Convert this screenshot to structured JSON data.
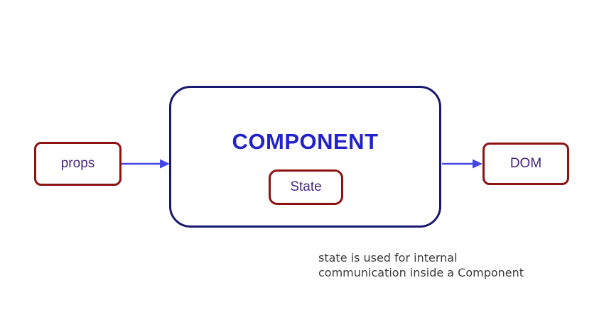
{
  "diagram": {
    "nodes": {
      "props": {
        "label": "props"
      },
      "component": {
        "label": "COMPONENT"
      },
      "state": {
        "label": "State"
      },
      "dom": {
        "label": "DOM"
      }
    },
    "arrows": [
      {
        "name": "props-to-component",
        "direction": "right"
      },
      {
        "name": "component-to-dom",
        "direction": "right"
      }
    ],
    "caption": {
      "line1": "state is used for internal",
      "line2": "communication inside a Component"
    },
    "colors": {
      "red_box_border": "#8e1212",
      "component_border": "#191970",
      "node_label_text": "#44267e",
      "component_title_text": "#2222cc",
      "arrow": "#4545e6",
      "caption_text": "#3b3b3b",
      "background": "#ffffff"
    }
  }
}
